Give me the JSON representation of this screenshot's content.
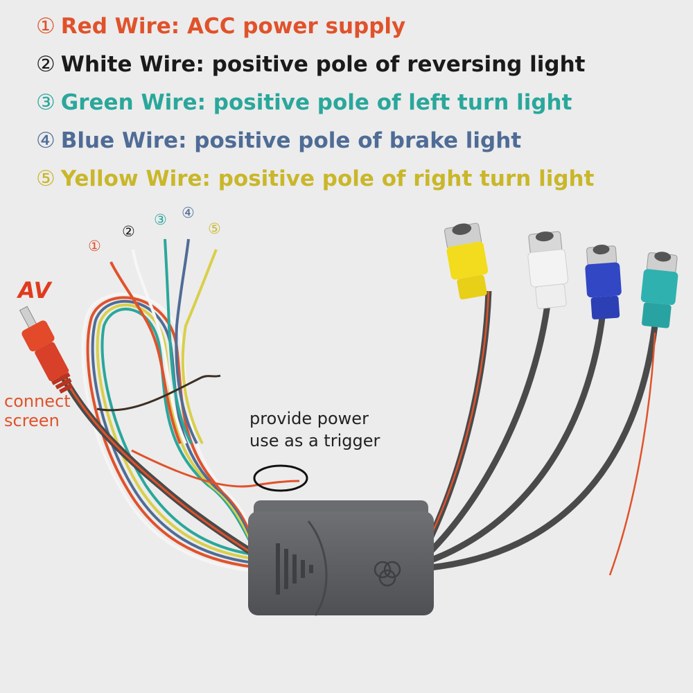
{
  "colors": {
    "red": "#e0522b",
    "white": "#1a1a1a",
    "green": "#2aa79b",
    "blue": "#4f6c96",
    "yellow": "#c9b72a",
    "av": "#e03a1e",
    "rca_yellow": "#f2dc1d",
    "rca_white": "#f3f3f3",
    "rca_blue": "#3247c4",
    "rca_teal": "#2fb1b0",
    "box": "#5b5d60",
    "cable": "#4a4a4a"
  },
  "legend": [
    {
      "num": "①",
      "text": "Red Wire: ACC power supply",
      "color": "#e0522b"
    },
    {
      "num": "②",
      "text": "White Wire: positive pole of reversing light",
      "color": "#1a1a1a"
    },
    {
      "num": "③",
      "text": "Green Wire: positive pole of left turn light",
      "color": "#2aa79b"
    },
    {
      "num": "④",
      "text": "Blue Wire: positive pole of brake light",
      "color": "#4f6c96"
    },
    {
      "num": "⑤",
      "text": "Yellow Wire: positive pole of right turn light",
      "color": "#c9b72a"
    }
  ],
  "wire_numbers": [
    "①",
    "②",
    "③",
    "④",
    "⑤"
  ],
  "labels": {
    "av": "AV",
    "connect_line1": "connect",
    "connect_line2": "screen",
    "trigger_line1": "provide power",
    "trigger_line2": "use as a trigger"
  },
  "icons": {
    "rca_plug": "rca-plug-icon",
    "rca_jack": "rca-jack-icon",
    "box_logo": "three-rings-logo-icon",
    "box_arrow": "triangle-arrow-icon"
  }
}
